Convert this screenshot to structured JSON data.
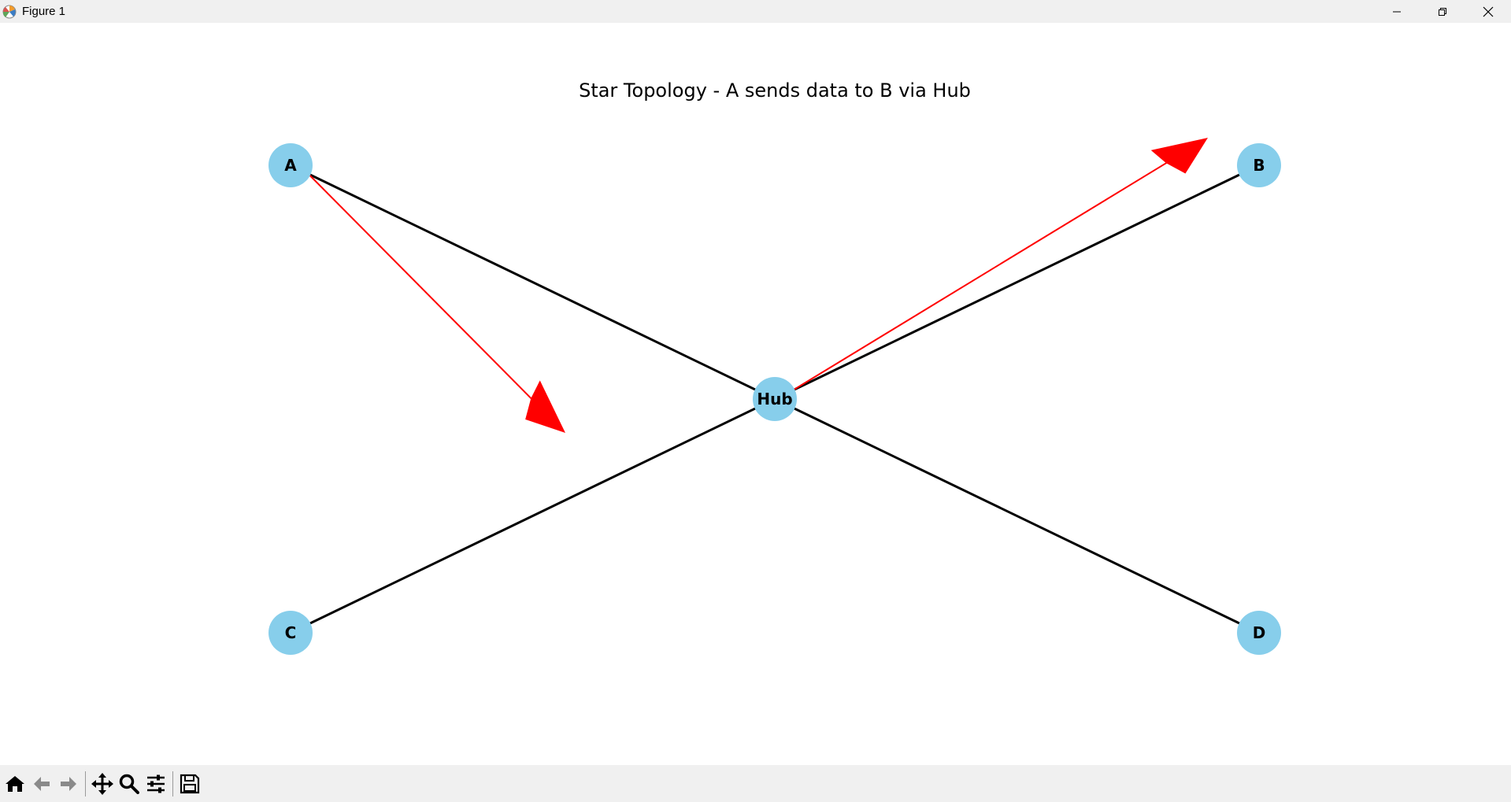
{
  "window": {
    "title": "Figure 1"
  },
  "chart_data": {
    "type": "network",
    "title": "Star Topology - A sends data to B via Hub",
    "nodes": [
      {
        "label": "A",
        "x": -1,
        "y": 1
      },
      {
        "label": "B",
        "x": 1,
        "y": 1
      },
      {
        "label": "C",
        "x": -1,
        "y": -1
      },
      {
        "label": "D",
        "x": 1,
        "y": -1
      },
      {
        "label": "Hub",
        "x": 0,
        "y": 0
      }
    ],
    "edges": [
      [
        "A",
        "Hub"
      ],
      [
        "B",
        "Hub"
      ],
      [
        "C",
        "Hub"
      ],
      [
        "D",
        "Hub"
      ]
    ],
    "data_flow_arrows": [
      {
        "from": "A",
        "to": "Hub"
      },
      {
        "from": "Hub",
        "to": "B"
      }
    ],
    "node_color": "#87ceeb",
    "edge_color": "#000000",
    "arrow_color": "#ff0000"
  },
  "toolbar": {
    "icons": [
      "home-icon",
      "back-icon",
      "forward-icon",
      "pan-icon",
      "zoom-icon",
      "configure-subplots-icon",
      "save-icon"
    ]
  }
}
